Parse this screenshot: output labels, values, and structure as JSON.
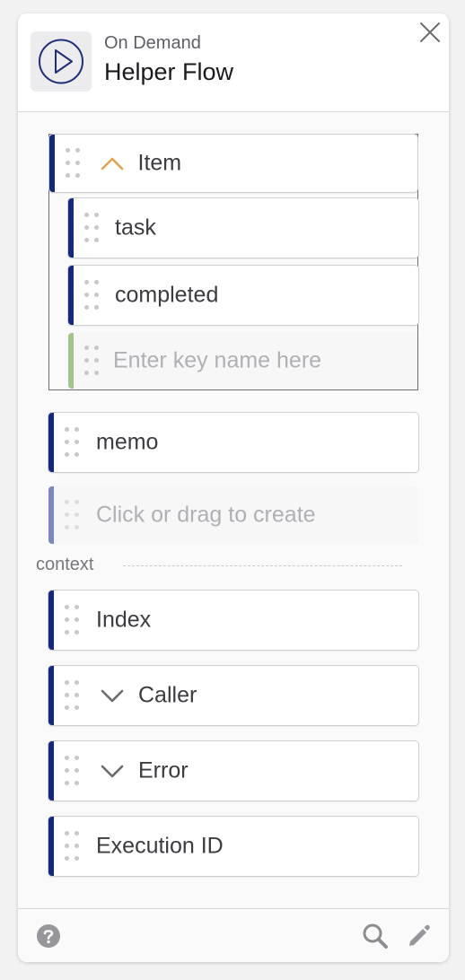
{
  "header": {
    "subtitle": "On Demand",
    "title": "Helper Flow",
    "icon": "play-circle-icon",
    "close_icon": "close-icon"
  },
  "schema": {
    "object": {
      "label": "Item",
      "expanded": true,
      "children": [
        {
          "label": "task"
        },
        {
          "label": "completed"
        }
      ],
      "new_key_placeholder": "Enter key name here"
    },
    "fields": [
      {
        "label": "memo"
      }
    ],
    "create_placeholder": "Click or drag to create"
  },
  "context": {
    "section_label": "context",
    "items": [
      {
        "label": "Index"
      },
      {
        "label": "Caller",
        "expandable": true
      },
      {
        "label": "Error",
        "expandable": true
      },
      {
        "label": "Execution ID"
      }
    ]
  },
  "footer": {
    "help_icon": "help-icon",
    "search_icon": "search-icon",
    "edit_icon": "pencil-icon"
  },
  "colors": {
    "accent_navy": "#15287a",
    "new_key_bar": "#a3c48e",
    "create_bar": "#7a88bd",
    "chevron_open": "#e0a552",
    "chevron_closed": "#6b6b70"
  }
}
